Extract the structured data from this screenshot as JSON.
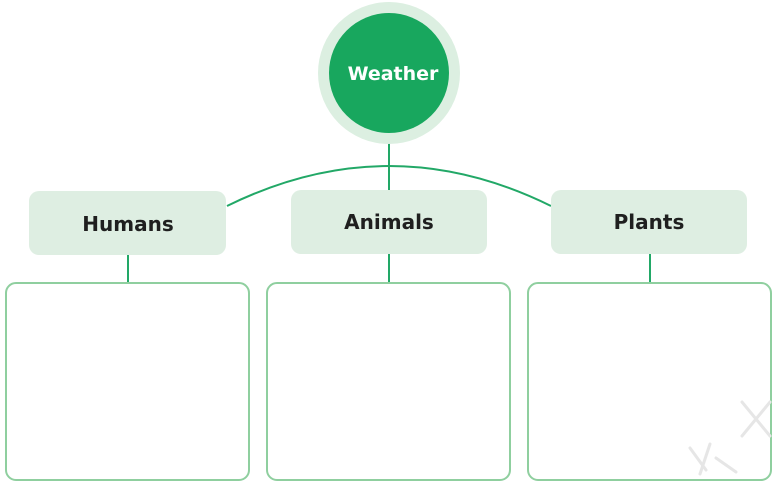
{
  "diagram": {
    "center": {
      "label": "Weather"
    },
    "categories": [
      {
        "label": "Humans"
      },
      {
        "label": "Animals"
      },
      {
        "label": "Plants"
      }
    ]
  },
  "colors": {
    "primary_green": "#18a75e",
    "halo_green": "#dcefe1",
    "label_box_fill": "#deeee2",
    "connector_line": "#22a867",
    "answer_box_border": "#8fcf9f",
    "label_text": "#1f1f1f",
    "center_text": "#ffffff",
    "watermark": "#e6e6e6"
  }
}
